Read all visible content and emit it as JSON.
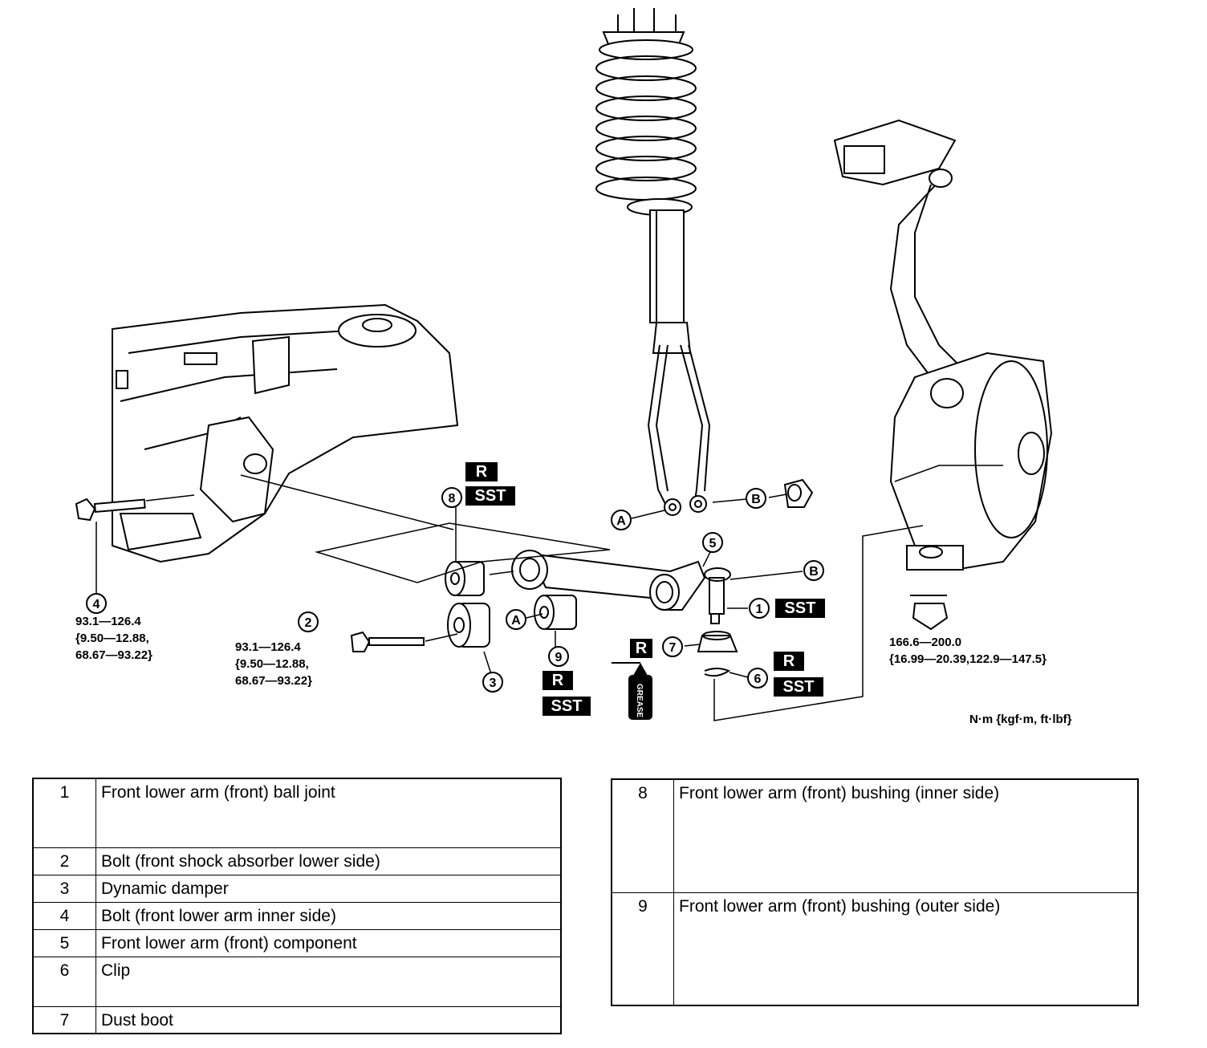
{
  "diagram": {
    "callouts": [
      "1",
      "2",
      "3",
      "4",
      "5",
      "6",
      "7",
      "8",
      "9"
    ],
    "ref_letters": [
      "A",
      "B"
    ],
    "tags": {
      "replace": "R",
      "special_tool": "SST"
    },
    "grease_label": "GREASE",
    "torque_specs": {
      "bolt_4": [
        "93.1—126.4",
        "{9.50—12.88,",
        "68.67—93.22}"
      ],
      "bolt_2": [
        "93.1—126.4",
        "{9.50—12.88,",
        "68.67—93.22}"
      ],
      "nut_knuckle": [
        "166.6—200.0",
        "{16.99—20.39,122.9—147.5}"
      ]
    },
    "units": "N·m {kgf·m, ft·lbf}"
  },
  "legend_left": [
    {
      "num": "1",
      "desc": "Front lower arm (front) ball joint"
    },
    {
      "num": "2",
      "desc": "Bolt (front shock absorber lower side)"
    },
    {
      "num": "3",
      "desc": "Dynamic damper"
    },
    {
      "num": "4",
      "desc": "Bolt (front lower arm inner side)"
    },
    {
      "num": "5",
      "desc": "Front lower arm (front) component"
    },
    {
      "num": "6",
      "desc": "Clip"
    },
    {
      "num": "7",
      "desc": "Dust boot"
    }
  ],
  "legend_right": [
    {
      "num": "8",
      "desc": "Front lower arm (front) bushing (inner side)"
    },
    {
      "num": "9",
      "desc": "Front lower arm (front) bushing (outer side)"
    }
  ]
}
